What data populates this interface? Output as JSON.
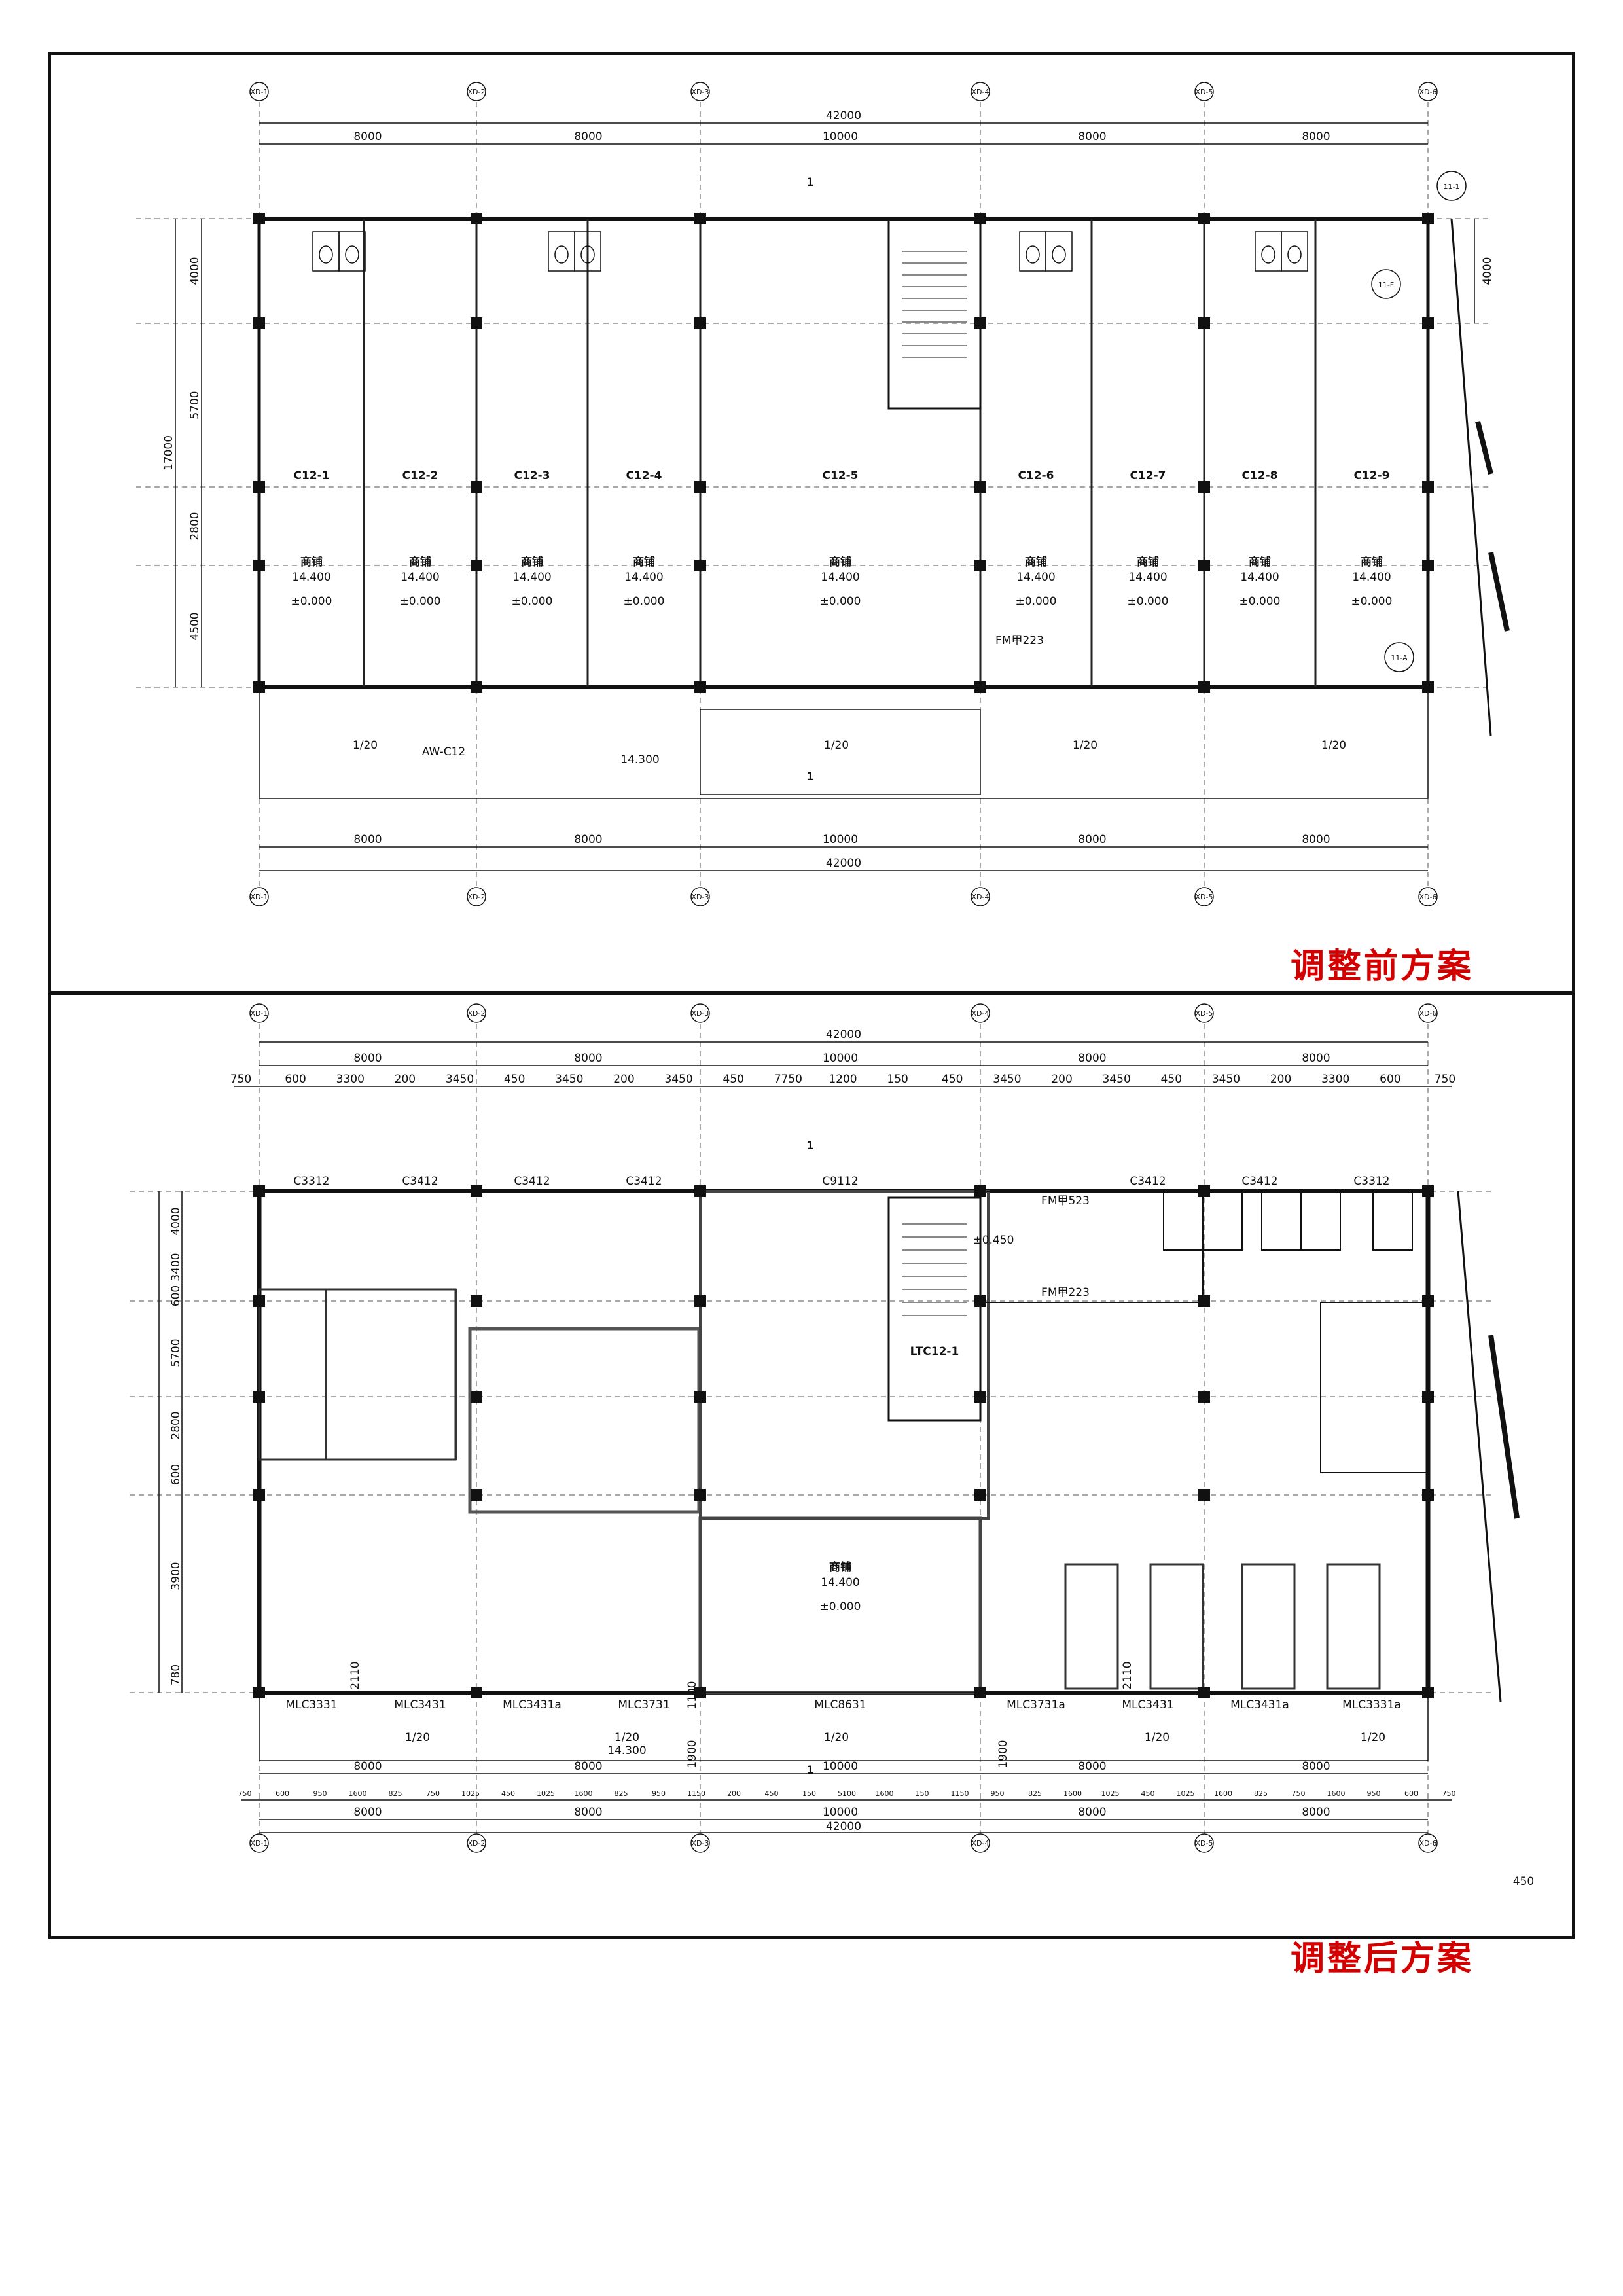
{
  "before": {
    "caption": "调整前方案",
    "overall_dim": "42000",
    "bay_dims": [
      "8000",
      "8000",
      "10000",
      "8000",
      "8000"
    ],
    "side_dims": [
      "4000",
      "5700",
      "2800",
      "4500"
    ],
    "side_total": "17000",
    "right_dim": "4000",
    "axes": [
      "XD-1",
      "XD-2",
      "XD-3",
      "XD-4",
      "XD-5",
      "XD-6"
    ],
    "units": [
      "C12-1",
      "C12-2",
      "C12-3",
      "C12-4",
      "C12-5",
      "C12-6",
      "C12-7",
      "C12-8",
      "C12-9"
    ],
    "shop_label": "商铺",
    "level_floor": "±0.000",
    "level_top": "14.400",
    "canopy_level": "14.300",
    "slope": "1/20",
    "door_fm": "FM甲223",
    "aw_label": "AW-C12",
    "section_mark": "1",
    "detail_marks": [
      "11-1",
      "11-F",
      "11-A"
    ]
  },
  "after": {
    "caption": "调整后方案",
    "overall_dim": "42000",
    "bay_dims": [
      "8000",
      "8000",
      "10000",
      "8000",
      "8000"
    ],
    "sub_dims_top": [
      "750",
      "600",
      "3300",
      "200",
      "3450",
      "450",
      "3450",
      "200",
      "3450",
      "450",
      "7750",
      "1200",
      "150",
      "450",
      "3450",
      "200",
      "3450",
      "450",
      "3450",
      "200",
      "3300",
      "600",
      "750"
    ],
    "side_dims": [
      "4000",
      "3400",
      "600",
      "5700",
      "2800",
      "600",
      "3900",
      "780"
    ],
    "window_codes": [
      "C3312",
      "C3412",
      "C3412",
      "C3412",
      "C9112",
      "C3412",
      "C3412",
      "C3312"
    ],
    "door_codes_bottom": [
      "MLC3331",
      "MLC3431",
      "MLC3431a",
      "MLC3731",
      "MLC8631",
      "MLC3731a",
      "MLC3431",
      "MLC3431a",
      "MLC3331a"
    ],
    "stair_label": "LTC12-1",
    "shop_label": "商铺",
    "level_top": "14.400",
    "level_floor": "±0.000",
    "level_stair": "±0.450",
    "canopy_level": "14.300",
    "slope": "1/20",
    "fm_doors": [
      "FM甲523",
      "FM甲223"
    ],
    "dim_2110": "2110",
    "dim_1100": "1100",
    "dim_1900": "1900",
    "bottom_sub_dims": [
      "750",
      "600",
      "950",
      "1600",
      "825",
      "750",
      "1025",
      "450",
      "1025",
      "1600",
      "825",
      "950",
      "1150",
      "200",
      "450",
      "150",
      "5100",
      "1600",
      "150",
      "1150",
      "950",
      "825",
      "1600",
      "1025",
      "450",
      "1025",
      "1600",
      "825",
      "750",
      "1600",
      "950",
      "600",
      "750"
    ],
    "bottom_note": "450"
  }
}
